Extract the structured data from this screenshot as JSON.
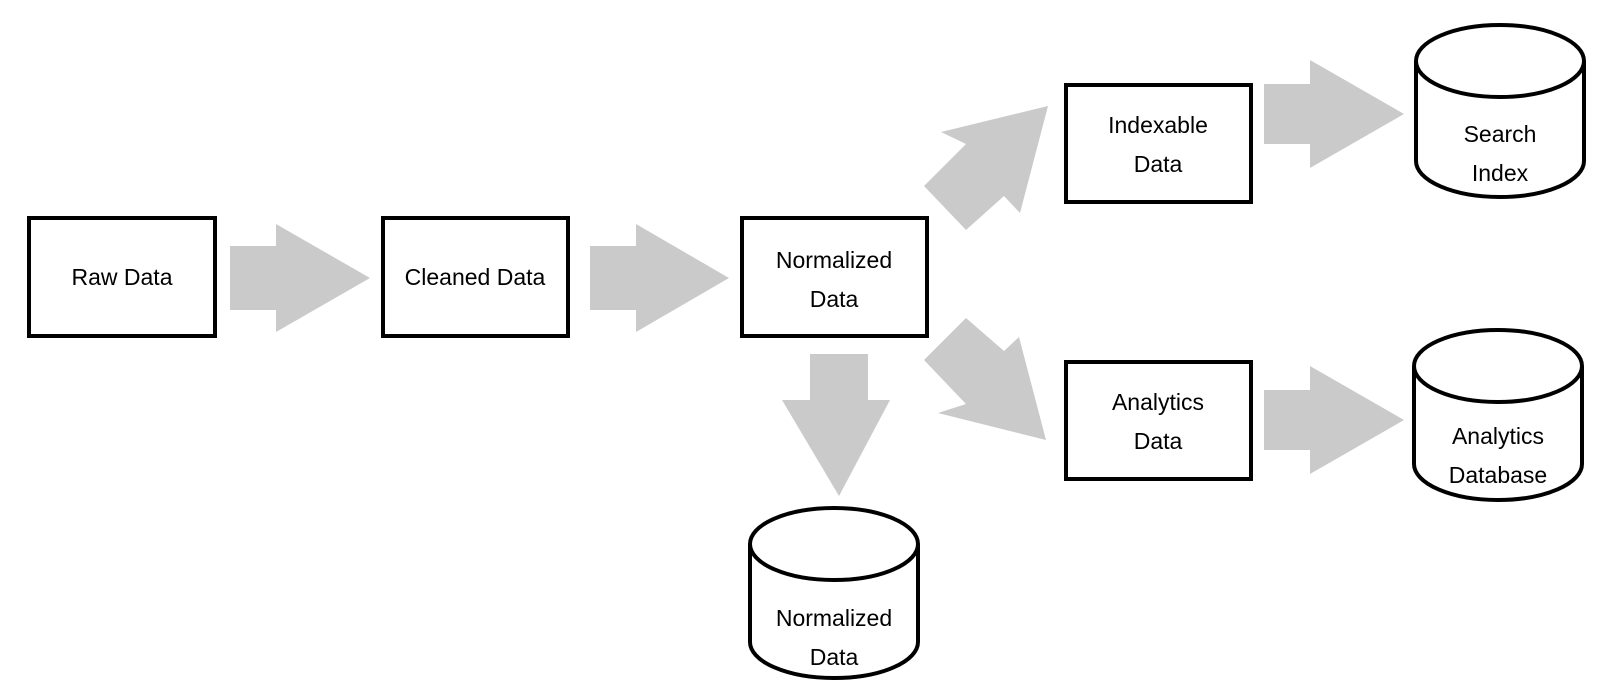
{
  "nodes": {
    "raw_data": {
      "label": "Raw Data"
    },
    "cleaned_data": {
      "label": "Cleaned Data"
    },
    "normalized_data": {
      "line1": "Normalized",
      "line2": "Data"
    },
    "indexable_data": {
      "line1": "Indexable",
      "line2": "Data"
    },
    "analytics_data": {
      "line1": "Analytics",
      "line2": "Data"
    },
    "search_index": {
      "line1": "Search",
      "line2": "Index"
    },
    "analytics_database": {
      "line1": "Analytics",
      "line2": "Database"
    },
    "normalized_data_store": {
      "line1": "Normalized",
      "line2": "Data"
    }
  },
  "colors": {
    "arrow": "#cacaca",
    "stroke": "#000000",
    "background": "#ffffff"
  }
}
